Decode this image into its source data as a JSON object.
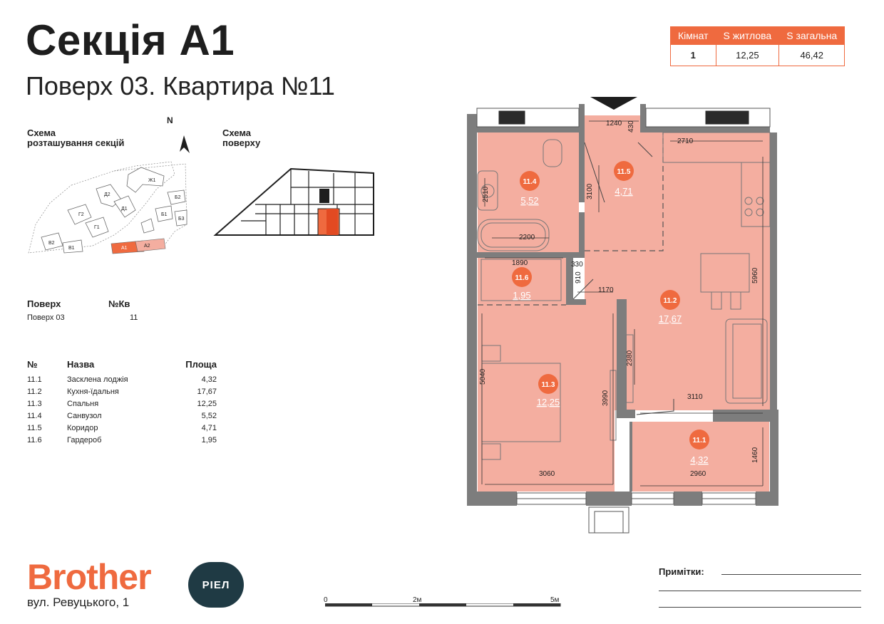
{
  "header": {
    "title": "Секція А1",
    "subtitle": "Поверх 03. Квартира №11"
  },
  "summary": {
    "headers": [
      "Кімнат",
      "S житлова",
      "S загальна"
    ],
    "values": [
      "1",
      "12,25",
      "46,42"
    ]
  },
  "schemes": {
    "site_title": "Схема\nрозташування секцій",
    "floor_title": "Схема\nповерху",
    "north": "N",
    "site_labels": [
      "Ж1",
      "Д2",
      "Д1",
      "Г2",
      "Г1",
      "Б2",
      "Б1",
      "Б3",
      "В2",
      "В1",
      "А1",
      "А2"
    ]
  },
  "info": {
    "floor_label": "Поверх",
    "apt_label": "№Кв",
    "floor_value": "Поверх 03",
    "apt_value": "11"
  },
  "rooms_table": {
    "headers": [
      "№",
      "Назва",
      "Площа"
    ],
    "rows": [
      {
        "n": "11.1",
        "name": "Засклена лоджія",
        "area": "4,32"
      },
      {
        "n": "11.2",
        "name": "Кухня-їдальня",
        "area": "17,67"
      },
      {
        "n": "11.3",
        "name": "Спальня",
        "area": "12,25"
      },
      {
        "n": "11.4",
        "name": "Санвузол",
        "area": "5,52"
      },
      {
        "n": "11.5",
        "name": "Коридор",
        "area": "4,71"
      },
      {
        "n": "11.6",
        "name": "Гардероб",
        "area": "1,95"
      }
    ]
  },
  "plan": {
    "room_tags": [
      {
        "id": "11.4",
        "area": "5,52"
      },
      {
        "id": "11.5",
        "area": "4,71"
      },
      {
        "id": "11.6",
        "area": "1,95"
      },
      {
        "id": "11.2",
        "area": "17,67"
      },
      {
        "id": "11.3",
        "area": "12,25"
      },
      {
        "id": "11.1",
        "area": "4,32"
      }
    ],
    "dimensions": [
      "1240",
      "430",
      "2710",
      "2510",
      "3100",
      "2200",
      "1890",
      "330",
      "910",
      "1170",
      "5960",
      "2380",
      "5040",
      "3990",
      "3110",
      "3060",
      "2960",
      "1460"
    ]
  },
  "footer": {
    "brand": "Brother",
    "badge": "РІЕЛ",
    "address": "вул. Ревуцького, 1",
    "notes_label": "Примітки:",
    "scale": [
      "0",
      "2м",
      "5м"
    ]
  },
  "colors": {
    "accent": "#ef6a3f",
    "room_fill": "#f4aea0",
    "wall": "#7d7d7d",
    "dark": "#1f3a44"
  }
}
